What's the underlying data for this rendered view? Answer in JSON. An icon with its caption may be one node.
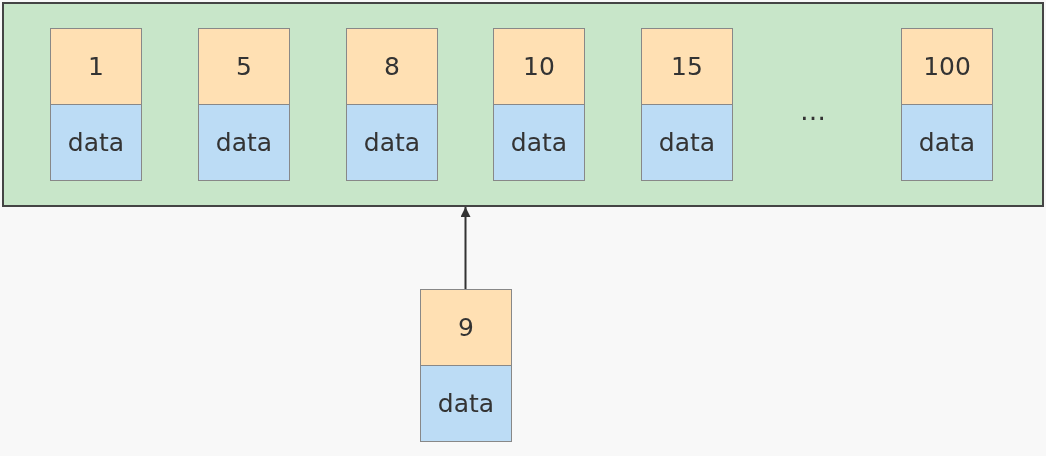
{
  "diagram": {
    "nodes": [
      {
        "text": [],
        "shape": "box"
      },
      {
        "text": [
          "1"
        ],
        "in": 0
      },
      {
        "text": [
          "data"
        ],
        "in": 0
      },
      {
        "text": [
          "5"
        ],
        "in": 0
      },
      {
        "text": [
          "data"
        ],
        "in": 0
      },
      {
        "text": [
          "8"
        ],
        "in": 0
      },
      {
        "text": [
          "data"
        ],
        "in": 0
      },
      {
        "text": [
          "10"
        ],
        "in": 0
      },
      {
        "text": [
          "data"
        ],
        "in": 0
      },
      {
        "text": [
          "15"
        ],
        "in": 0
      },
      {
        "text": [
          "data"
        ],
        "in": 0
      },
      {
        "text": [
          "100"
        ],
        "in": 0
      },
      {
        "text": [
          "data"
        ],
        "in": 0
      },
      {
        "text": [
          "9"
        ]
      },
      {
        "text": [
          "data"
        ]
      }
    ],
    "edges": [
      {
        "from": 13,
        "to": 0,
        "arrow": "to"
      }
    ],
    "labels": [
      "…"
    ]
  }
}
